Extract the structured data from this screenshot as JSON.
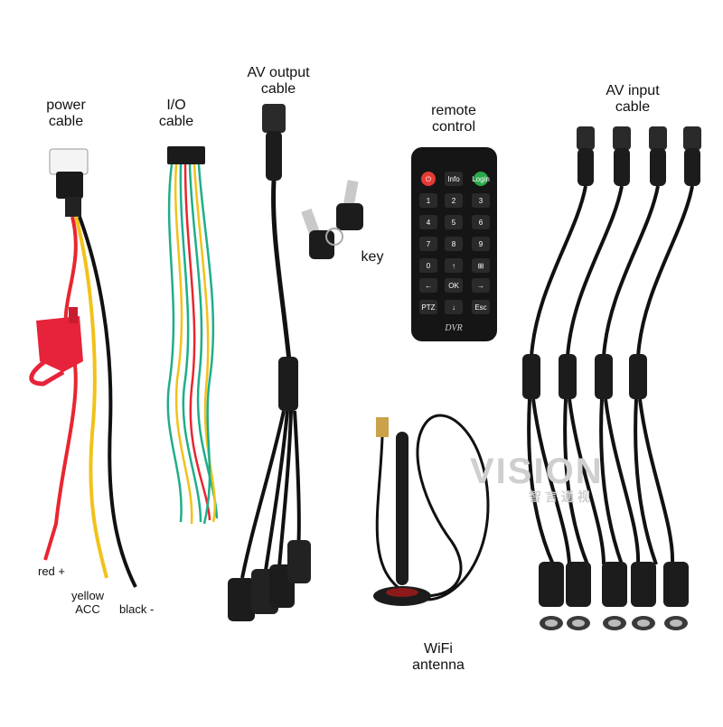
{
  "labels": {
    "power_cable": [
      "power",
      "cable"
    ],
    "io_cable": [
      "I/O",
      "cable"
    ],
    "av_output_cable": [
      "AV output",
      "cable"
    ],
    "remote_control": [
      "remote",
      "control"
    ],
    "av_input_cable": [
      "AV input",
      "cable"
    ],
    "key": "key",
    "wifi_antenna": [
      "WiFi",
      "antenna"
    ],
    "wire_red": "red +",
    "wire_yellow": [
      "yellow",
      "ACC"
    ],
    "wire_black": "black -"
  },
  "remote": {
    "brand": "DVR",
    "keys": [
      "",
      "Info",
      "Login",
      "1",
      "2",
      "3",
      "4",
      "5",
      "6",
      "7",
      "8",
      "9",
      "0",
      "↑",
      "⊞",
      "←",
      "OK",
      "→",
      "PTZ",
      "↓",
      "Esc"
    ]
  },
  "watermark": {
    "logo": "VISION",
    "sub": "智言通视"
  },
  "colors": {
    "background": "#ffffff",
    "wire_red": "#e8262f",
    "wire_yellow": "#f2c21b",
    "wire_black": "#111111",
    "wire_green": "#1fae8a",
    "fuse_holder": "#e6233a",
    "remote_body": "#151515",
    "power_key": "#e53935",
    "login_key": "#2aa84a"
  }
}
